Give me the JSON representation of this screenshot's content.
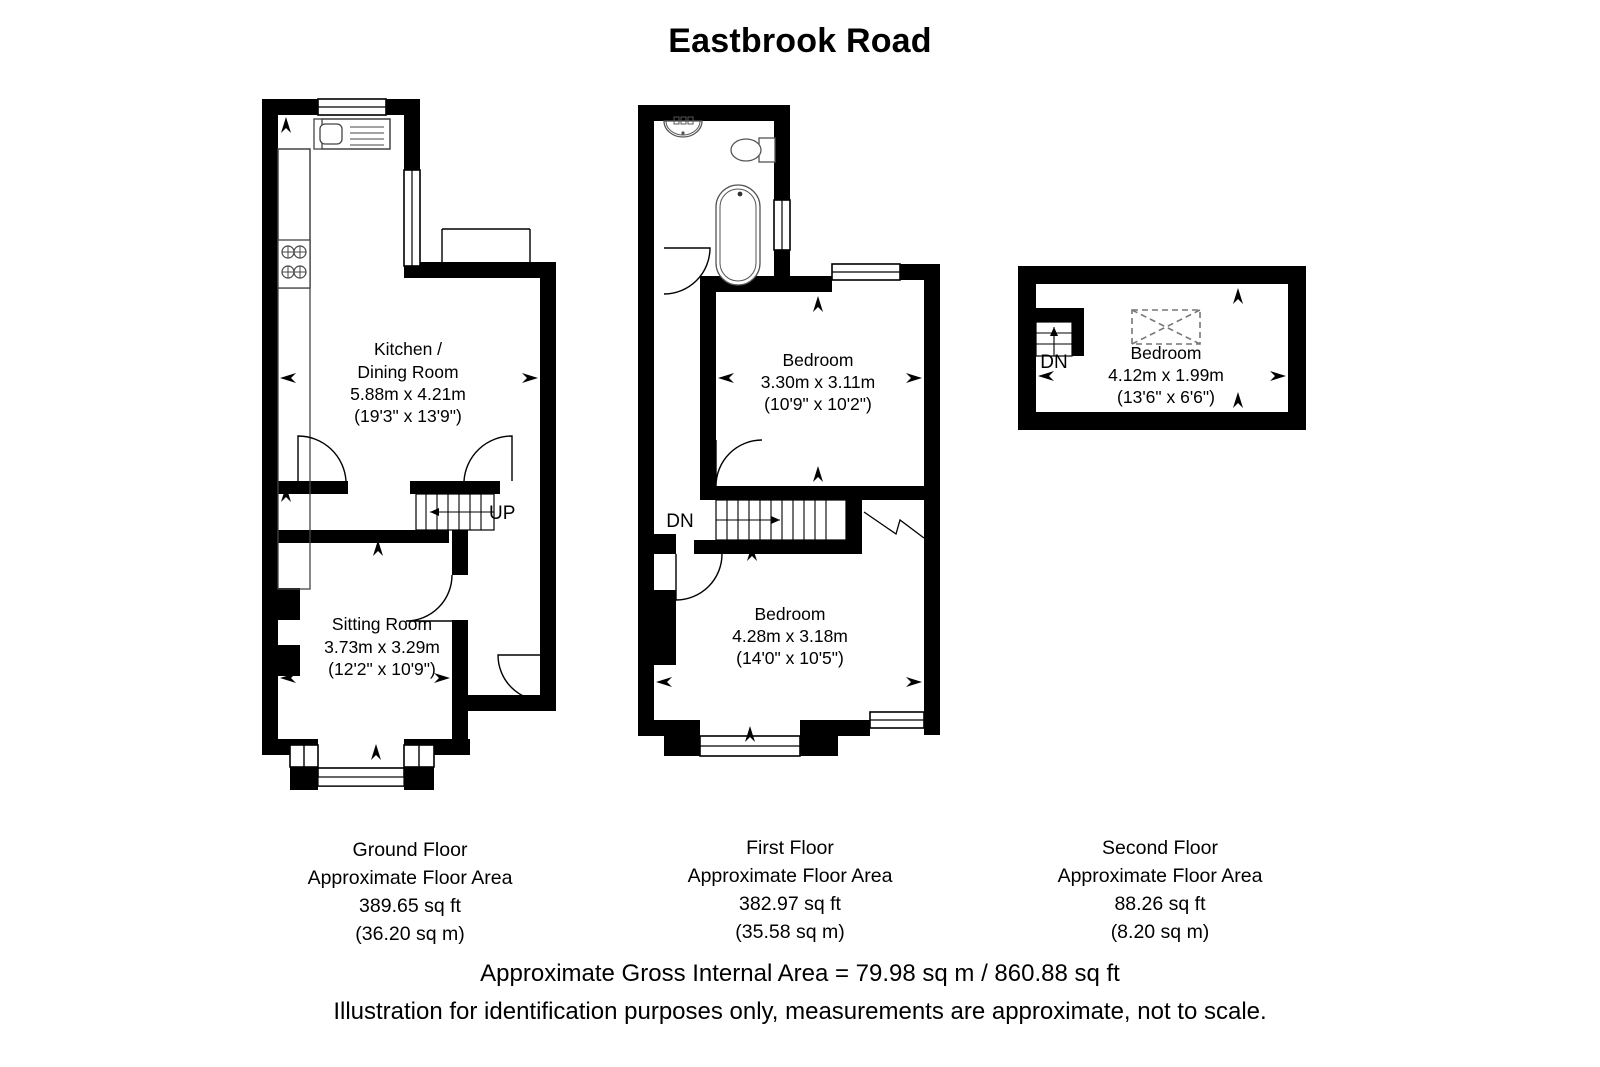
{
  "title": "Eastbrook Road",
  "floors": [
    {
      "id": "ground",
      "name": "Ground Floor",
      "area_label": "Approximate Floor Area",
      "area_sqft": "389.65 sq ft",
      "area_sqm": "(36.20 sq m)",
      "rooms": [
        {
          "name_line1": "Kitchen /",
          "name_line2": "Dining Room",
          "metric": "5.88m x 4.21m",
          "imperial": "(19'3\" x 13'9\")"
        },
        {
          "name_line1": "Sitting Room",
          "name_line2": "",
          "metric": "3.73m x 3.29m",
          "imperial": "(12'2\" x 10'9\")"
        }
      ],
      "stair_label": "UP"
    },
    {
      "id": "first",
      "name": "First Floor",
      "area_label": "Approximate Floor Area",
      "area_sqft": "382.97 sq ft",
      "area_sqm": "(35.58 sq m)",
      "rooms": [
        {
          "name_line1": "Bedroom",
          "name_line2": "",
          "metric": "3.30m x 3.11m",
          "imperial": "(10'9\" x 10'2\")"
        },
        {
          "name_line1": "Bedroom",
          "name_line2": "",
          "metric": "4.28m x 3.18m",
          "imperial": "(14'0\" x 10'5\")"
        }
      ],
      "stair_label": "DN"
    },
    {
      "id": "second",
      "name": "Second Floor",
      "area_label": "Approximate Floor Area",
      "area_sqft": "88.26 sq ft",
      "area_sqm": "(8.20 sq m)",
      "rooms": [
        {
          "name_line1": "Bedroom",
          "name_line2": "",
          "metric": "4.12m x 1.99m",
          "imperial": "(13'6\" x 6'6\")"
        }
      ],
      "stair_label": "DN"
    }
  ],
  "footer": {
    "gross_area": "Approximate Gross Internal Area = 79.98 sq m / 860.88 sq ft",
    "disclaimer": "Illustration for identification purposes only, measurements are approximate, not to scale."
  },
  "colors": {
    "wall": "#000000",
    "background": "#ffffff",
    "fixture_stroke": "#555555",
    "text": "#000000"
  }
}
